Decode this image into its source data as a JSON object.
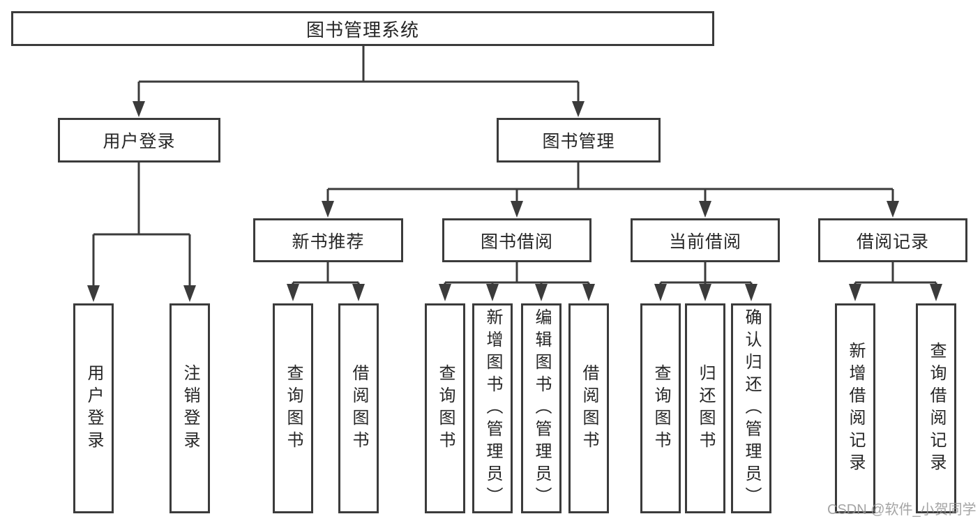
{
  "tree": {
    "root": "图书管理系统",
    "branches": [
      {
        "label": "用户登录",
        "children": [
          "用户登录",
          "注销登录"
        ]
      },
      {
        "label": "图书管理",
        "groups": [
          {
            "label": "新书推荐",
            "children": [
              "查询图书",
              "借阅图书"
            ]
          },
          {
            "label": "图书借阅",
            "children": [
              "查询图书",
              "新增图书（管理员）",
              "编辑图书（管理员）",
              "借阅图书"
            ]
          },
          {
            "label": "当前借阅",
            "children": [
              "查询图书",
              "归还图书",
              "确认归还（管理员）"
            ]
          },
          {
            "label": "借阅记录",
            "children": [
              "新增借阅记录",
              "查询借阅记录"
            ]
          }
        ]
      }
    ]
  },
  "watermark": "CSDN @软件_小贺同学",
  "colors": {
    "line": "#3b3b3b",
    "text": "#262626",
    "background": "#ffffff",
    "watermark": "#949494"
  }
}
